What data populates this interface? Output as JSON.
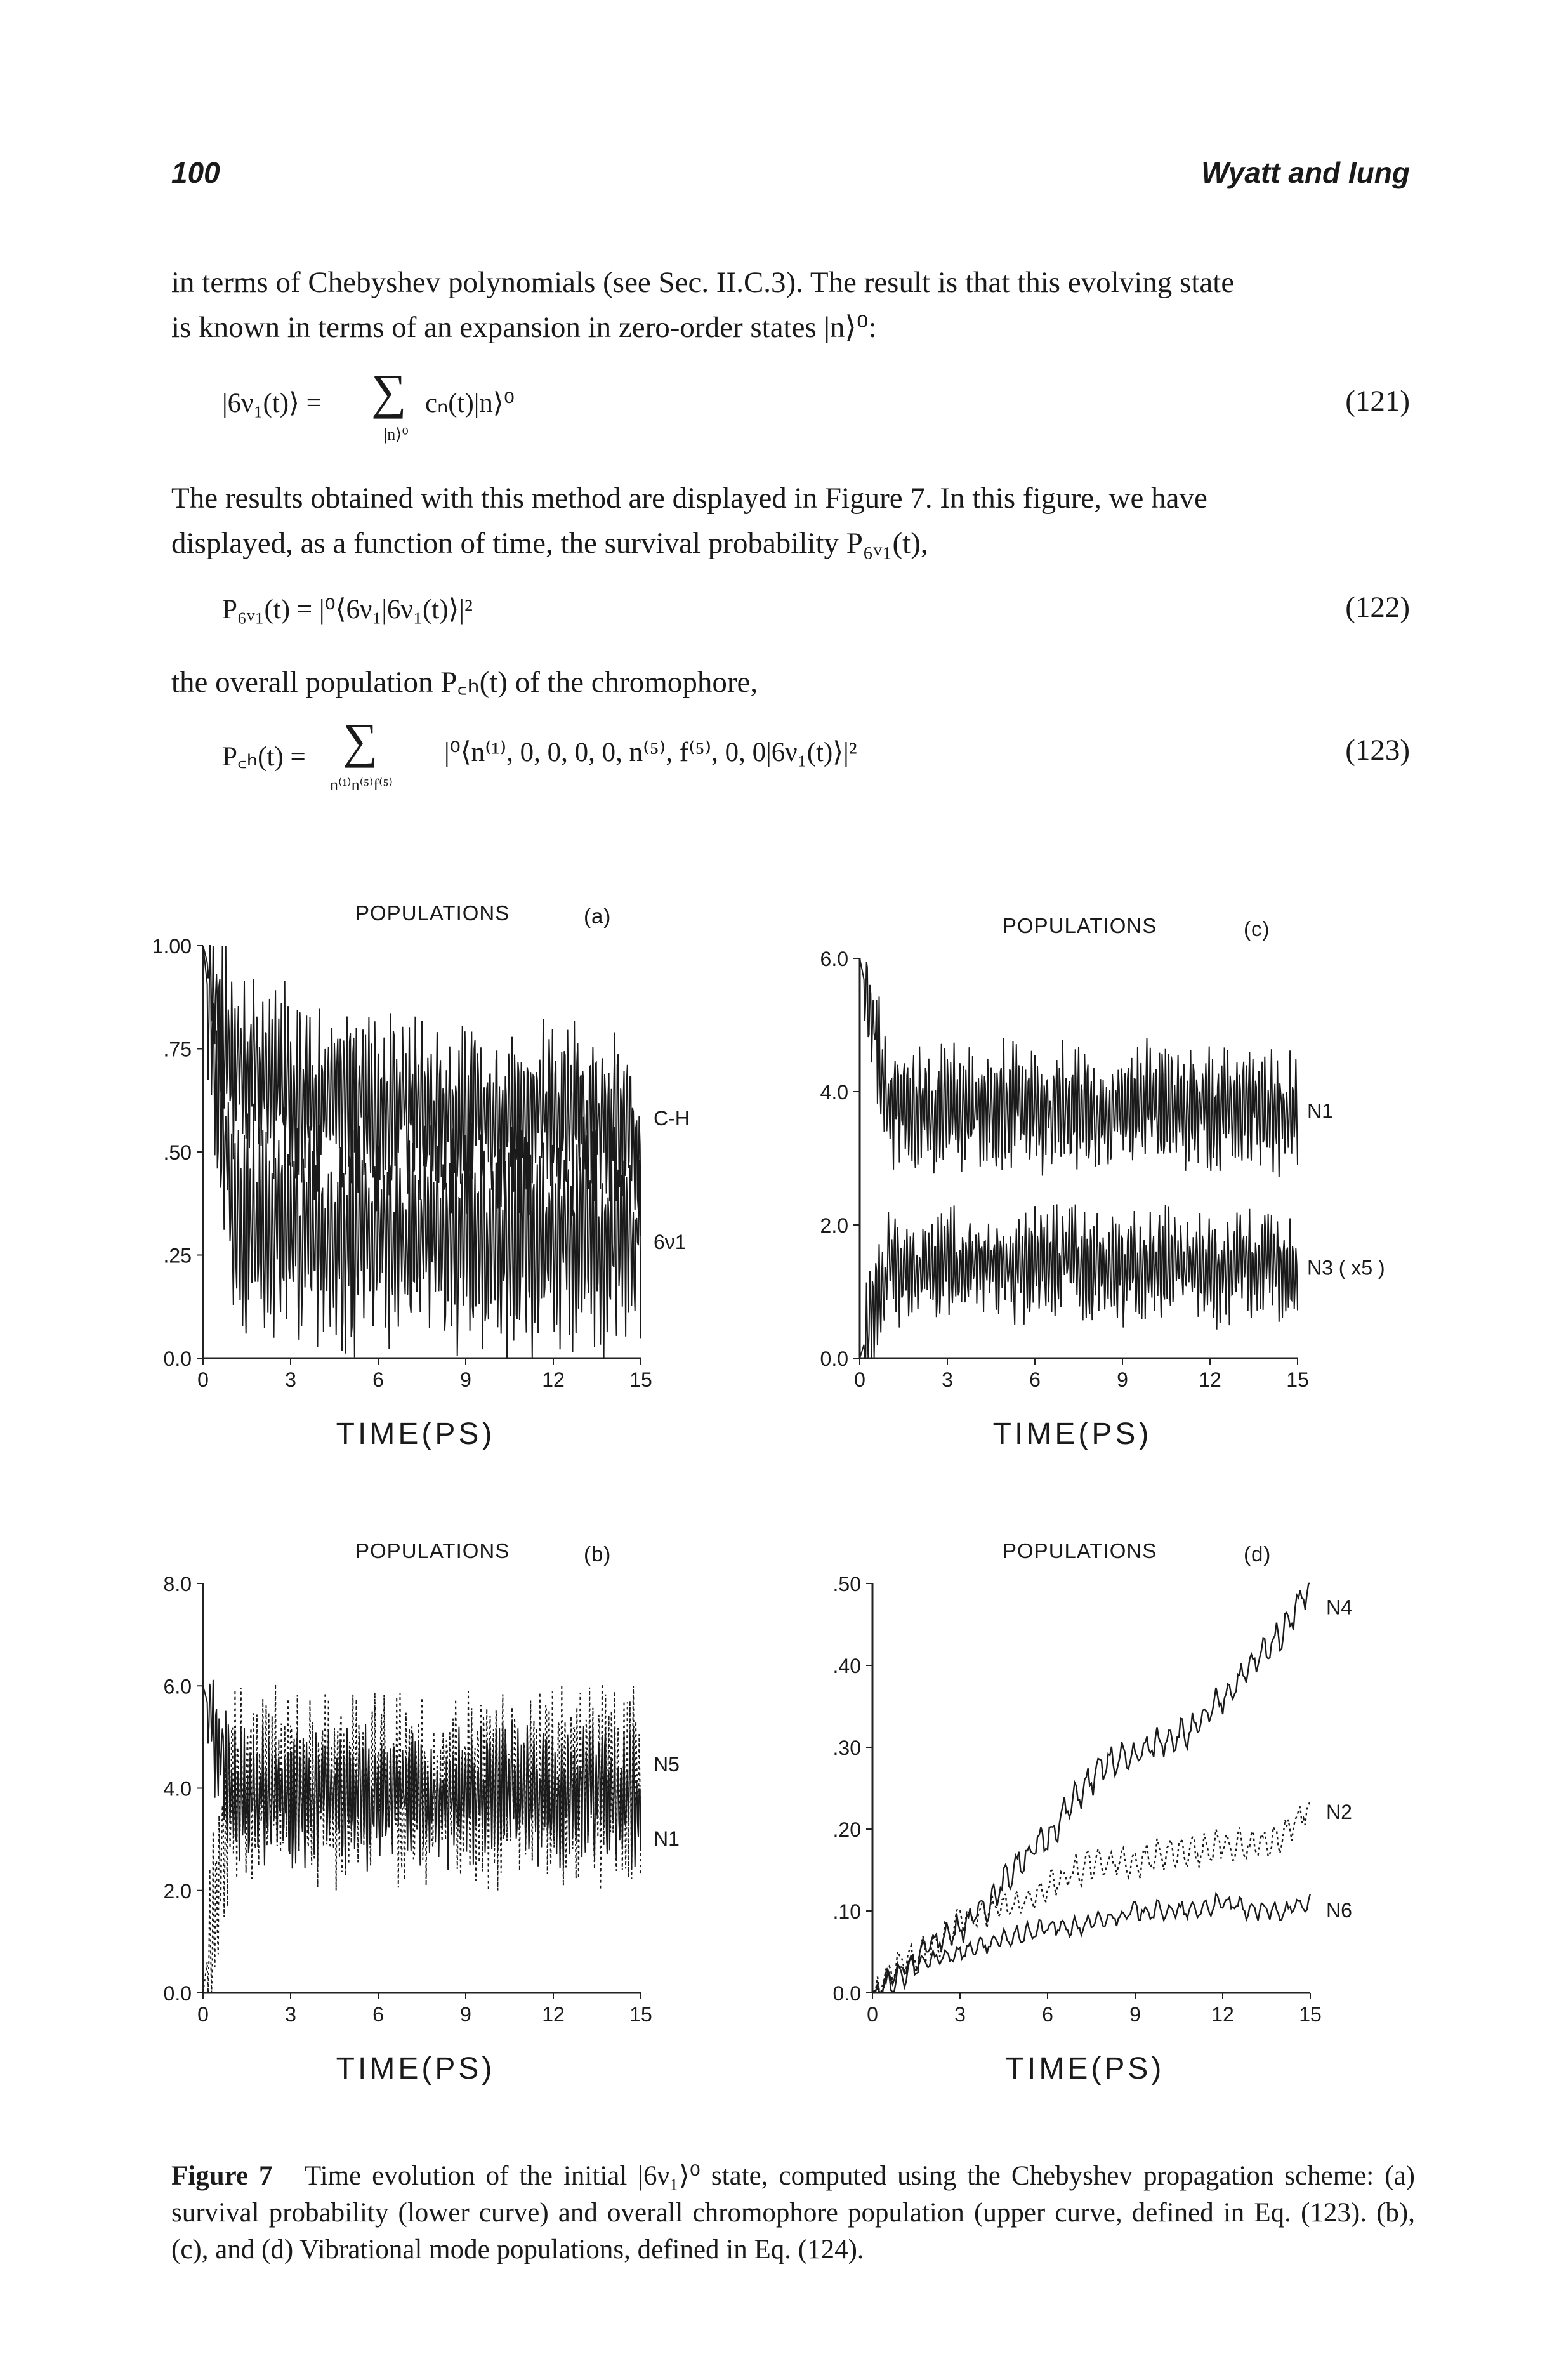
{
  "header": {
    "page_number": "100",
    "running_title": "Wyatt and Iung"
  },
  "paragraph1": {
    "line1": "in terms of Chebyshev polynomials (see Sec. II.C.3). The result is that this evolving state",
    "line2": "is known in terms of an expansion in zero-order states |n⟩⁰:"
  },
  "eq121": {
    "lhs": "|6ν₁(t)⟩ =",
    "sum_symbol": "∑",
    "sum_index": "|n⟩⁰",
    "rhs": "cₙ(t)|n⟩⁰",
    "number": "(121)"
  },
  "paragraph2": {
    "line1": "The results obtained with this method are displayed in Figure 7. In this figure, we have",
    "line2": "displayed, as a function of time, the survival probability P₆ᵥ₁(t),"
  },
  "eq122": {
    "expr": "P₆ᵥ₁(t) = |⁰⟨6ν₁|6ν₁(t)⟩|²",
    "number": "(122)"
  },
  "paragraph3": {
    "line1": "the overall population P꜀ₕ(t) of the chromophore,"
  },
  "eq123": {
    "lhs": "P꜀ₕ(t) =",
    "sum_symbol": "∑",
    "sum_index": "n⁽¹⁾n⁽⁵⁾f⁽⁵⁾",
    "rhs": "|⁰⟨n⁽¹⁾, 0, 0, 0, 0, n⁽⁵⁾, f⁽⁵⁾, 0, 0|6ν₁(t)⟩|²",
    "number": "(123)"
  },
  "figure": {
    "panels": [
      {
        "id": "a",
        "title": "POPULATIONS",
        "tag": "(a)",
        "xlabel": "TIME(PS)",
        "yticks": [
          "1.00",
          ".75",
          ".50",
          ".25",
          "0.0"
        ],
        "xticks": [
          "0",
          "3",
          "6",
          "9",
          "12",
          "15"
        ],
        "curve_labels": [
          "C-H",
          "6ν1"
        ]
      },
      {
        "id": "b",
        "title": "POPULATIONS",
        "tag": "(b)",
        "xlabel": "TIME(PS)",
        "yticks": [
          "8.0",
          "6.0",
          "4.0",
          "2.0",
          "0.0"
        ],
        "xticks": [
          "0",
          "3",
          "6",
          "9",
          "12",
          "15"
        ],
        "curve_labels": [
          "N5",
          "N1"
        ]
      },
      {
        "id": "c",
        "title": "POPULATIONS",
        "tag": "(c)",
        "xlabel": "TIME(PS)",
        "yticks": [
          "6.0",
          "4.0",
          "2.0",
          "0.0"
        ],
        "xticks": [
          "0",
          "3",
          "6",
          "9",
          "12",
          "15"
        ],
        "curve_labels": [
          "N1",
          "N3 ( x5 )"
        ]
      },
      {
        "id": "d",
        "title": "POPULATIONS",
        "tag": "(d)",
        "xlabel": "TIME(PS)",
        "yticks": [
          ".50",
          ".40",
          ".30",
          ".20",
          ".10",
          "0.0"
        ],
        "xticks": [
          "0",
          "3",
          "6",
          "9",
          "12",
          "15"
        ],
        "curve_labels": [
          "N4",
          "N2",
          "N6"
        ]
      }
    ]
  },
  "chart_data": [
    {
      "type": "line",
      "panel": "a",
      "title": "POPULATIONS",
      "xlabel": "TIME(PS)",
      "ylabel": "",
      "xlim": [
        0,
        15
      ],
      "ylim": [
        0,
        1.0
      ],
      "series": [
        {
          "name": "C-H",
          "x": [
            0,
            1,
            2,
            3,
            4,
            5,
            6,
            7,
            8,
            9,
            10,
            11,
            12,
            13,
            14,
            15
          ],
          "y": [
            1.0,
            0.72,
            0.68,
            0.66,
            0.62,
            0.63,
            0.6,
            0.62,
            0.6,
            0.58,
            0.6,
            0.59,
            0.6,
            0.58,
            0.56,
            0.52
          ]
        },
        {
          "name": "6ν1",
          "x": [
            0,
            1,
            2,
            3,
            4,
            5,
            6,
            7,
            8,
            9,
            10,
            11,
            12,
            13,
            14,
            15
          ],
          "y": [
            1.0,
            0.35,
            0.3,
            0.32,
            0.3,
            0.28,
            0.3,
            0.29,
            0.28,
            0.3,
            0.29,
            0.28,
            0.3,
            0.29,
            0.3,
            0.28
          ]
        }
      ]
    },
    {
      "type": "line",
      "panel": "b",
      "title": "POPULATIONS",
      "xlabel": "TIME(PS)",
      "ylabel": "",
      "xlim": [
        0,
        15
      ],
      "ylim": [
        0,
        8.0
      ],
      "series": [
        {
          "name": "N5",
          "x": [
            0,
            1,
            2,
            3,
            4,
            5,
            6,
            7,
            8,
            9,
            10,
            11,
            12,
            13,
            14,
            15
          ],
          "y": [
            0.0,
            4.2,
            4.0,
            4.1,
            4.0,
            4.0,
            4.1,
            4.0,
            4.0,
            4.1,
            4.0,
            4.0,
            4.1,
            4.0,
            4.0,
            4.0
          ]
        },
        {
          "name": "N1",
          "x": [
            0,
            1,
            2,
            3,
            4,
            5,
            6,
            7,
            8,
            9,
            10,
            11,
            12,
            13,
            14,
            15
          ],
          "y": [
            6.0,
            3.8,
            3.9,
            3.8,
            3.9,
            3.9,
            3.8,
            3.9,
            3.9,
            3.8,
            3.9,
            3.9,
            3.8,
            3.9,
            3.9,
            3.8
          ]
        }
      ]
    },
    {
      "type": "line",
      "panel": "c",
      "title": "POPULATIONS",
      "xlabel": "TIME(PS)",
      "ylabel": "",
      "xlim": [
        0,
        15
      ],
      "ylim": [
        0,
        6.0
      ],
      "series": [
        {
          "name": "N1",
          "x": [
            0,
            1,
            2,
            3,
            4,
            5,
            6,
            7,
            8,
            9,
            10,
            11,
            12,
            13,
            14,
            15
          ],
          "y": [
            6.0,
            3.8,
            3.7,
            3.8,
            3.7,
            3.8,
            3.7,
            3.8,
            3.7,
            3.7,
            3.8,
            3.7,
            3.7,
            3.8,
            3.7,
            3.7
          ]
        },
        {
          "name": "N3 ( x5 )",
          "x": [
            0,
            1,
            2,
            3,
            4,
            5,
            6,
            7,
            8,
            9,
            10,
            11,
            12,
            13,
            14,
            15
          ],
          "y": [
            0.0,
            1.4,
            1.3,
            1.4,
            1.5,
            1.3,
            1.4,
            1.5,
            1.4,
            1.3,
            1.4,
            1.4,
            1.3,
            1.4,
            1.4,
            1.3
          ]
        }
      ]
    },
    {
      "type": "line",
      "panel": "d",
      "title": "POPULATIONS",
      "xlabel": "TIME(PS)",
      "ylabel": "",
      "xlim": [
        0,
        15
      ],
      "ylim": [
        0,
        0.5
      ],
      "series": [
        {
          "name": "N4",
          "x": [
            0,
            1,
            2,
            3,
            4,
            5,
            6,
            7,
            8,
            9,
            10,
            11,
            12,
            13,
            14,
            15
          ],
          "y": [
            0.0,
            0.02,
            0.06,
            0.08,
            0.11,
            0.16,
            0.19,
            0.24,
            0.28,
            0.29,
            0.31,
            0.32,
            0.36,
            0.4,
            0.44,
            0.5
          ]
        },
        {
          "name": "N2",
          "x": [
            0,
            1,
            2,
            3,
            4,
            5,
            6,
            7,
            8,
            9,
            10,
            11,
            12,
            13,
            14,
            15
          ],
          "y": [
            0.0,
            0.04,
            0.05,
            0.09,
            0.1,
            0.11,
            0.13,
            0.15,
            0.16,
            0.16,
            0.17,
            0.17,
            0.18,
            0.18,
            0.19,
            0.23
          ]
        },
        {
          "name": "N6",
          "x": [
            0,
            1,
            2,
            3,
            4,
            5,
            6,
            7,
            8,
            9,
            10,
            11,
            12,
            13,
            14,
            15
          ],
          "y": [
            0.0,
            0.03,
            0.04,
            0.05,
            0.06,
            0.07,
            0.08,
            0.08,
            0.09,
            0.1,
            0.1,
            0.1,
            0.11,
            0.1,
            0.1,
            0.11
          ]
        }
      ]
    }
  ],
  "caption": {
    "label": "Figure 7",
    "text": "Time evolution of the initial |6ν₁⟩⁰ state, computed using the Chebyshev propagation scheme: (a) survival probability (lower curve) and overall chromophore population (upper curve, defined in Eq. (123). (b), (c), and (d) Vibrational mode populations, defined in Eq. (124)."
  }
}
